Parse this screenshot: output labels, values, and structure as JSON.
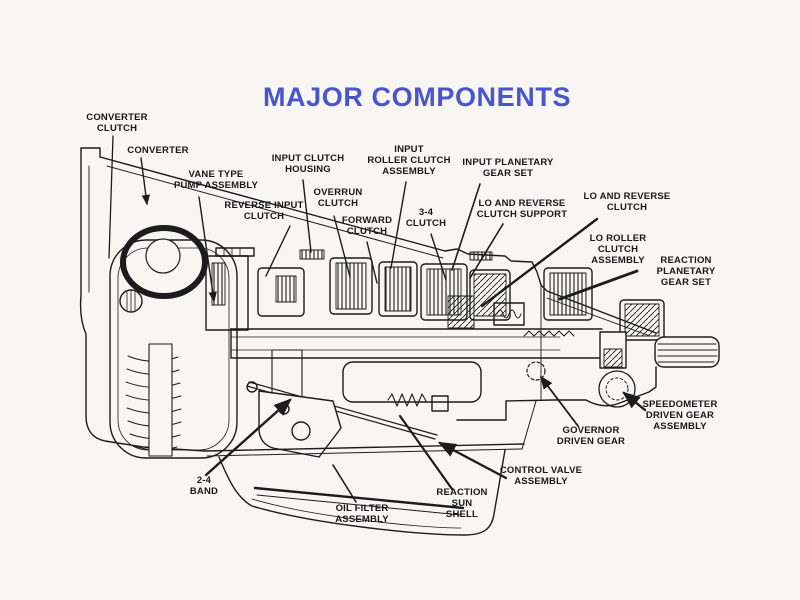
{
  "page": {
    "background": "#f7f6f2",
    "ink_color": "#1c1c1e",
    "description": "Automatic transmission cutaway cross-section diagram"
  },
  "title": {
    "text": "MAJOR COMPONENTS",
    "color": "#4a55cb"
  },
  "labels": {
    "converter_clutch": {
      "text": "CONVERTER\nCLUTCH"
    },
    "converter": {
      "text": "CONVERTER"
    },
    "vane_type_pump": {
      "text": "VANE TYPE\nPUMP ASSEMBLY"
    },
    "reverse_input_clutch": {
      "text": "REVERSE INPUT\nCLUTCH"
    },
    "input_clutch_housing": {
      "text": "INPUT CLUTCH\nHOUSING"
    },
    "overrun_clutch": {
      "text": "OVERRUN\nCLUTCH"
    },
    "forward_clutch": {
      "text": "FORWARD\nCLUTCH"
    },
    "input_roller_clutch": {
      "text": "INPUT\nROLLER CLUTCH\nASSEMBLY"
    },
    "clutch_3_4": {
      "text": "3-4\nCLUTCH"
    },
    "input_planetary": {
      "text": "INPUT PLANETARY\nGEAR SET"
    },
    "lo_reverse_support": {
      "text": "LO AND REVERSE\nCLUTCH SUPPORT"
    },
    "lo_reverse_clutch": {
      "text": "LO AND REVERSE\nCLUTCH"
    },
    "lo_roller_clutch": {
      "text": "LO ROLLER\nCLUTCH\nASSEMBLY"
    },
    "reaction_planetary": {
      "text": "REACTION\nPLANETARY\nGEAR SET"
    },
    "speedometer": {
      "text": "SPEEDOMETER\nDRIVEN GEAR\nASSEMBLY"
    },
    "governor": {
      "text": "GOVERNOR\nDRIVEN GEAR"
    },
    "control_valve": {
      "text": "CONTROL VALVE\nASSEMBLY"
    },
    "reaction_sun_shell": {
      "text": "REACTION\nSUN\nSHELL"
    },
    "oil_filter": {
      "text": "OIL FILTER\nASSEMBLY"
    },
    "band_2_4": {
      "text": "2-4\nBAND"
    }
  }
}
